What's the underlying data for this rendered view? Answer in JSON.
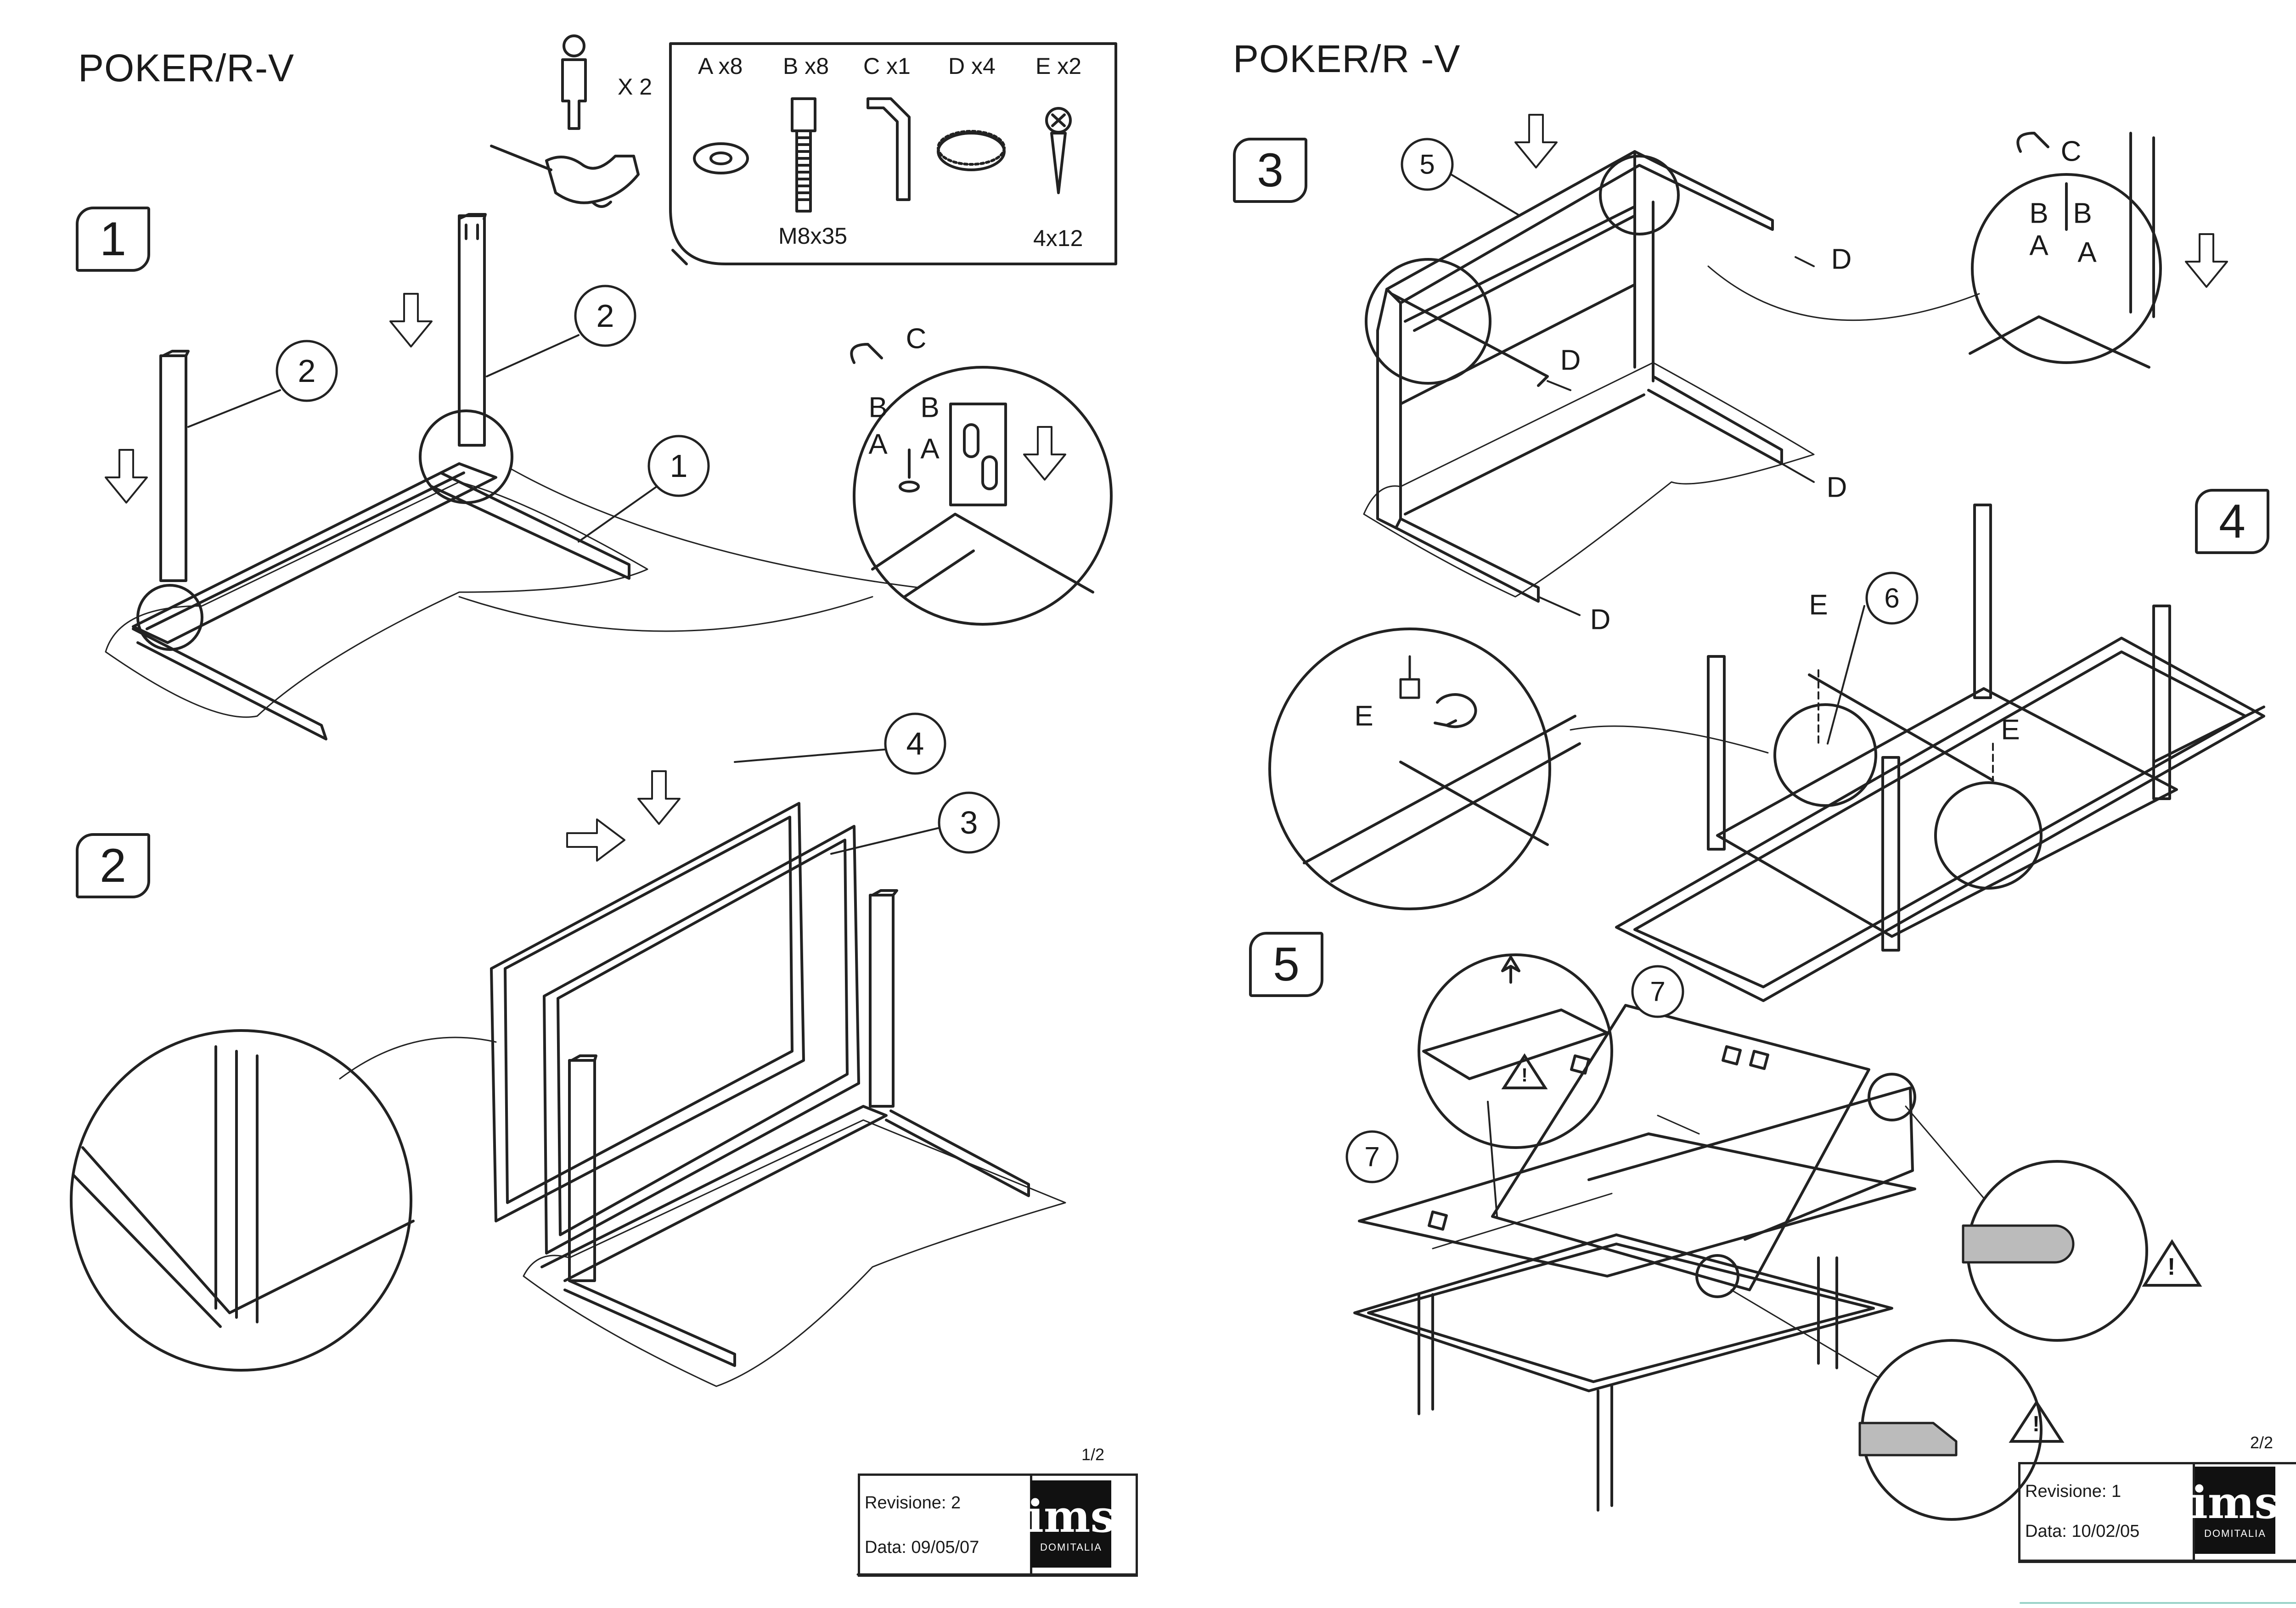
{
  "pages": [
    {
      "title": "POKER/R-V",
      "people_multiplier": "X 2",
      "parts": [
        {
          "label": "A x8"
        },
        {
          "label": "B x8"
        },
        {
          "label": "C x1"
        },
        {
          "label": "D x4"
        },
        {
          "label": "E x2"
        }
      ],
      "screw_size_b": "M8x35",
      "screw_size_e": "4x12",
      "steps": [
        "1",
        "2"
      ],
      "callouts_step1": [
        "2",
        "2",
        "1"
      ],
      "detail_letters_step1": [
        "C",
        "B",
        "B",
        "A",
        "A"
      ],
      "callouts_step2": [
        "4",
        "3"
      ],
      "page_number": "1/2",
      "revision": "Revisione: 2",
      "date": "Data: 09/05/07"
    },
    {
      "title": "POKER/R -V",
      "steps": [
        "3",
        "4",
        "5"
      ],
      "callouts_step3": [
        "5"
      ],
      "d_labels": [
        "D",
        "D",
        "D",
        "D"
      ],
      "detail_letters_step3": [
        "C",
        "B",
        "B",
        "A",
        "A"
      ],
      "callouts_step4": [
        "6"
      ],
      "e_labels": [
        "E",
        "E",
        "E"
      ],
      "callouts_step5": [
        "7",
        "7"
      ],
      "page_number": "2/2",
      "revision": "Revisione: 1",
      "date": "Data: 10/02/05"
    }
  ],
  "logo": {
    "text": "ims",
    "subtext": "DOMITALIA"
  },
  "warning_symbol": "!",
  "icons": [
    "person-icon",
    "screwdriver-hand-icon",
    "push-arrow-icon",
    "rotate-arrow-icon",
    "warning-icon",
    "lift-arrow-icon"
  ]
}
